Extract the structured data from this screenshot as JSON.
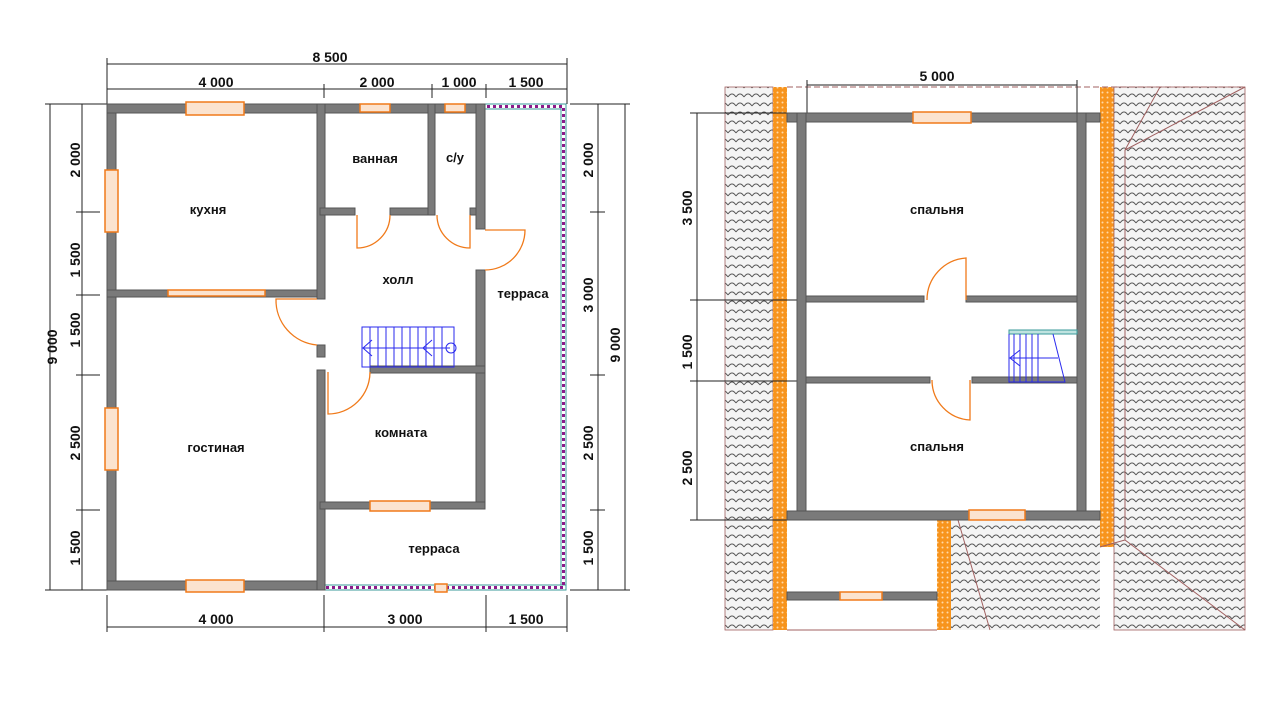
{
  "ground_floor": {
    "dimensions": {
      "top_total": "8 500",
      "top_segments": [
        "4 000",
        "2 000",
        "1 000",
        "1 500"
      ],
      "bottom_segments": [
        "4 000",
        "3 000",
        "1 500"
      ],
      "left_total": "9 000",
      "left_segments": [
        "2 000",
        "1 500",
        "1 500",
        "2 500",
        "1 500"
      ],
      "right_total": "9 000",
      "right_segments": [
        "2 000",
        "3 000",
        "2 500",
        "1 500"
      ]
    },
    "rooms": {
      "kitchen": "кухня",
      "bathroom": "ванная",
      "wc": "с/у",
      "hall": "холл",
      "terrace_side": "терраса",
      "living": "гостиная",
      "room": "комната",
      "terrace_front": "терраса"
    }
  },
  "second_floor": {
    "dimensions": {
      "top_total": "5 000",
      "left_segments": [
        "3 500",
        "1 500",
        "2 500"
      ]
    },
    "rooms": {
      "bedroom_top": "спальня",
      "bedroom_bottom": "спальня"
    }
  },
  "colors": {
    "wall": "#7a7a7a",
    "window": "#f07a1a",
    "stairs": "#2a2aee",
    "roof_orange": "#f7941d"
  }
}
